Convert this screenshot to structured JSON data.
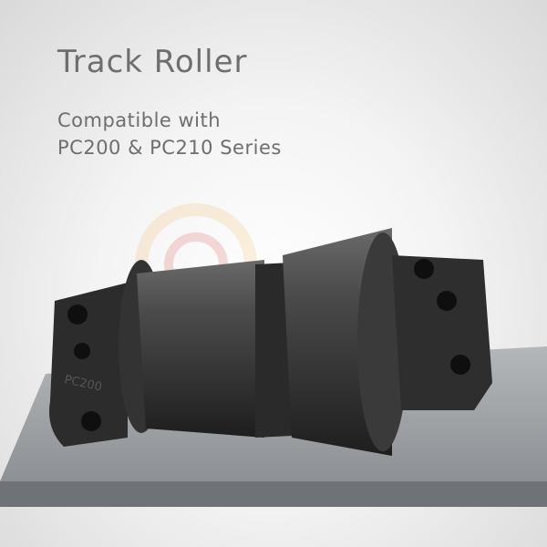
{
  "headline": {
    "title": "Track Roller",
    "line1": "Compatible with",
    "line2": "PC200 & PC210 Series"
  },
  "product": {
    "stamp": "PC200"
  },
  "colors": {
    "text": "#6e6e6e",
    "metal": "#3a3a3a",
    "platform": "#8a8d90"
  }
}
